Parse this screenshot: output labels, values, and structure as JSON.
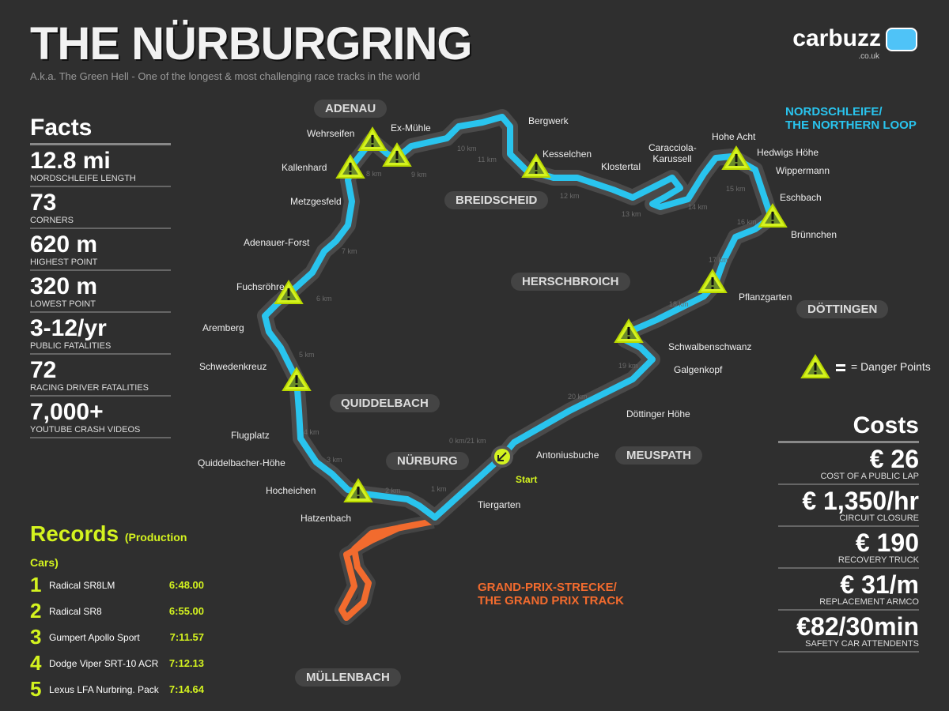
{
  "header": {
    "title": "THE NÜRBURGRING",
    "subtitle": "A.k.a. The Green Hell - One of the longest & most challenging race tracks in the world",
    "logo": "carbuzz",
    "logo_sub": ".co.uk"
  },
  "facts": {
    "heading": "Facts",
    "items": [
      {
        "value": "12.8 mi",
        "label": "NORDSCHLEIFE LENGTH"
      },
      {
        "value": "73",
        "label": "CORNERS"
      },
      {
        "value": "620 m",
        "label": "HIGHEST POINT"
      },
      {
        "value": "320 m",
        "label": "LOWEST POINT"
      },
      {
        "value": "3-12/yr",
        "label": "PUBLIC FATALITIES"
      },
      {
        "value": "72",
        "label": "RACING DRIVER FATALITIES"
      },
      {
        "value": "7,000+",
        "label": "YOUTUBE CRASH VIDEOS"
      }
    ]
  },
  "records": {
    "heading": "Records",
    "subheading": "(Production Cars)",
    "items": [
      {
        "rank": "1",
        "car": "Radical SR8LM",
        "time": "6:48.00"
      },
      {
        "rank": "2",
        "car": "Radical SR8",
        "time": "6:55.00"
      },
      {
        "rank": "3",
        "car": "Gumpert Apollo Sport",
        "time": "7:11.57"
      },
      {
        "rank": "4",
        "car": "Dodge Viper SRT-10 ACR",
        "time": "7:12.13"
      },
      {
        "rank": "5",
        "car": "Lexus LFA Nurbring. Pack",
        "time": "7:14.64"
      }
    ]
  },
  "costs": {
    "heading": "Costs",
    "items": [
      {
        "value": "€ 26",
        "label": "COST OF A PUBLIC LAP"
      },
      {
        "value": "€ 1,350/hr",
        "label": "CIRCUIT CLOSURE"
      },
      {
        "value": "€ 190",
        "label": "RECOVERY TRUCK"
      },
      {
        "value": "€ 31/m",
        "label": "REPLACEMENT ARMCO"
      },
      {
        "value": "€82/30min",
        "label": "SAFETY CAR ATTENDENTS"
      }
    ]
  },
  "map": {
    "nordschleife_label": [
      "NORDSCHLEIFE/",
      "THE NORTHERN LOOP"
    ],
    "gp_label": [
      "GRAND-PRIX-STRECKE/",
      "THE GRAND PRIX TRACK"
    ],
    "legend": "= Danger Points",
    "start": "Start",
    "colors": {
      "nordschleife": "#29c4ee",
      "gp": "#f26b2e",
      "danger": "#d4f31f",
      "background": "#2f2f2f"
    },
    "towns": [
      "ADENAU",
      "BREIDSCHEID",
      "HERSCHBROICH",
      "DÖTTINGEN",
      "QUIDDELBACH",
      "NÜRBURG",
      "MEUSPATH",
      "MÜLLENBACH"
    ],
    "corners": [
      "Wehrseifen",
      "Ex-Mühle",
      "Bergwerk",
      "Kallenhard",
      "Kesselchen",
      "Caracciola-Karussell",
      "Klostertal",
      "Hohe Acht",
      "Hedwigs Höhe",
      "Wippermann",
      "Eschbach",
      "Brünnchen",
      "Metzgesfeld",
      "Adenauer-Forst",
      "Fuchsröhre",
      "Pflanzgarten",
      "Aremberg",
      "Schwalbenschwanz",
      "Galgenkopf",
      "Schwedenkreuz",
      "Döttinger Höhe",
      "Flugplatz",
      "Antoniusbuche",
      "Quiddelbacher-Höhe",
      "Hocheichen",
      "Tiergarten",
      "Hatzenbach"
    ],
    "km_markers": [
      "0 km/21 km",
      "1 km",
      "2 km",
      "3 km",
      "4 km",
      "5 km",
      "6 km",
      "7 km",
      "8 km",
      "9 km",
      "10 km",
      "11 km",
      "12 km",
      "13 km",
      "14 km",
      "15 km",
      "16 km",
      "17 km",
      "18 km",
      "19 km",
      "20 km"
    ]
  }
}
